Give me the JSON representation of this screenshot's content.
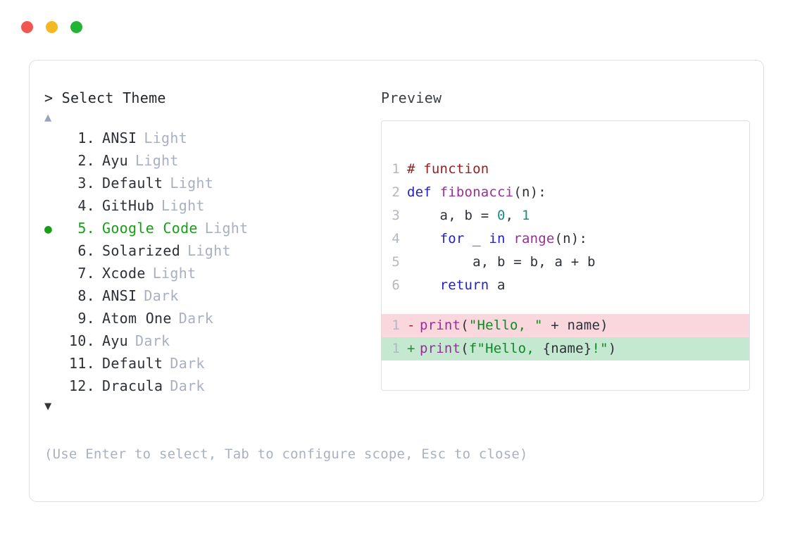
{
  "window": {
    "traffic_lights": [
      {
        "name": "close-button",
        "color": "#f2564f"
      },
      {
        "name": "minimize-button",
        "color": "#f5b723"
      },
      {
        "name": "maximize-button",
        "color": "#22b435"
      }
    ]
  },
  "selector": {
    "prompt": "> Select Theme",
    "scroll_up_icon": "▲",
    "scroll_down_icon": "▼",
    "selected_index": 5,
    "selected_bullet": "●",
    "items": [
      {
        "num": "1.",
        "name": "ANSI",
        "variant": "Light",
        "selected": false
      },
      {
        "num": "2.",
        "name": "Ayu",
        "variant": "Light",
        "selected": false
      },
      {
        "num": "3.",
        "name": "Default",
        "variant": "Light",
        "selected": false
      },
      {
        "num": "4.",
        "name": "GitHub",
        "variant": "Light",
        "selected": false
      },
      {
        "num": "5.",
        "name": "Google Code",
        "variant": "Light",
        "selected": true
      },
      {
        "num": "6.",
        "name": "Solarized",
        "variant": "Light",
        "selected": false
      },
      {
        "num": "7.",
        "name": "Xcode",
        "variant": "Light",
        "selected": false
      },
      {
        "num": "8.",
        "name": "ANSI",
        "variant": "Dark",
        "selected": false
      },
      {
        "num": "9.",
        "name": "Atom One",
        "variant": "Dark",
        "selected": false
      },
      {
        "num": "10.",
        "name": "Ayu",
        "variant": "Dark",
        "selected": false
      },
      {
        "num": "11.",
        "name": "Default",
        "variant": "Dark",
        "selected": false
      },
      {
        "num": "12.",
        "name": "Dracula",
        "variant": "Dark",
        "selected": false
      }
    ],
    "footer_hint": "(Use Enter to select, Tab to configure scope, Esc to close)"
  },
  "preview": {
    "label": "Preview",
    "code_lines": [
      {
        "num": "1",
        "tokens": [
          {
            "text": "# function",
            "cls": "t-comment"
          }
        ]
      },
      {
        "num": "2",
        "tokens": [
          {
            "text": "def ",
            "cls": "t-keyword"
          },
          {
            "text": "fibonacci",
            "cls": "t-func"
          },
          {
            "text": "(n):",
            "cls": "t-plain"
          }
        ]
      },
      {
        "num": "3",
        "tokens": [
          {
            "text": "    a, b = ",
            "cls": "t-plain"
          },
          {
            "text": "0",
            "cls": "t-number"
          },
          {
            "text": ", ",
            "cls": "t-plain"
          },
          {
            "text": "1",
            "cls": "t-number"
          }
        ]
      },
      {
        "num": "4",
        "tokens": [
          {
            "text": "    ",
            "cls": "t-plain"
          },
          {
            "text": "for",
            "cls": "t-keyword"
          },
          {
            "text": " _ ",
            "cls": "t-plain"
          },
          {
            "text": "in",
            "cls": "t-keyword"
          },
          {
            "text": " ",
            "cls": "t-plain"
          },
          {
            "text": "range",
            "cls": "t-func"
          },
          {
            "text": "(n):",
            "cls": "t-plain"
          }
        ]
      },
      {
        "num": "5",
        "tokens": [
          {
            "text": "        a, b = b, a + b",
            "cls": "t-plain"
          }
        ]
      },
      {
        "num": "6",
        "tokens": [
          {
            "text": "    ",
            "cls": "t-plain"
          },
          {
            "text": "return",
            "cls": "t-keyword"
          },
          {
            "text": " a",
            "cls": "t-plain"
          }
        ]
      }
    ],
    "diff_lines": [
      {
        "num": "1",
        "marker": "-",
        "type": "removed",
        "bg": "#fad7dd",
        "tokens": [
          {
            "text": "print",
            "cls": "t-func"
          },
          {
            "text": "(",
            "cls": "t-plain"
          },
          {
            "text": "\"Hello, \"",
            "cls": "t-string"
          },
          {
            "text": " + name)",
            "cls": "t-plain"
          }
        ]
      },
      {
        "num": "1",
        "marker": "+",
        "type": "added",
        "bg": "#c5e8d0",
        "tokens": [
          {
            "text": "print",
            "cls": "t-func"
          },
          {
            "text": "(",
            "cls": "t-plain"
          },
          {
            "text": "f\"Hello, ",
            "cls": "t-string"
          },
          {
            "text": "{name}",
            "cls": "t-plain"
          },
          {
            "text": "!\"",
            "cls": "t-string"
          },
          {
            "text": ")",
            "cls": "t-plain"
          }
        ]
      }
    ]
  }
}
